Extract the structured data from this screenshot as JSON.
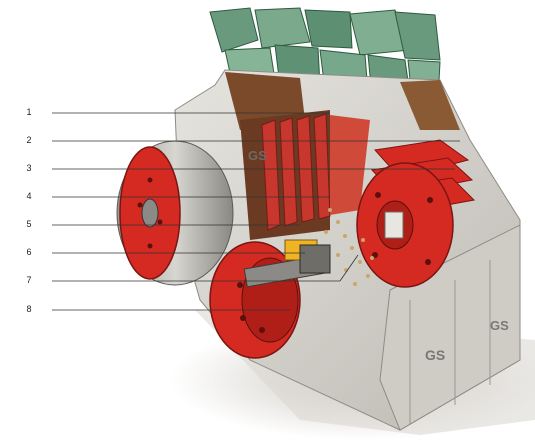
{
  "callouts": [
    "1",
    "2",
    "3",
    "4",
    "5",
    "6",
    "7",
    "8"
  ],
  "logo_text": "GS",
  "colors": {
    "rotor_red": "#d42a22",
    "housing_grey": "#d2d0cb",
    "stone_green": "#6a9a7e",
    "leader_line": "#333333",
    "background": "#ffffff"
  }
}
